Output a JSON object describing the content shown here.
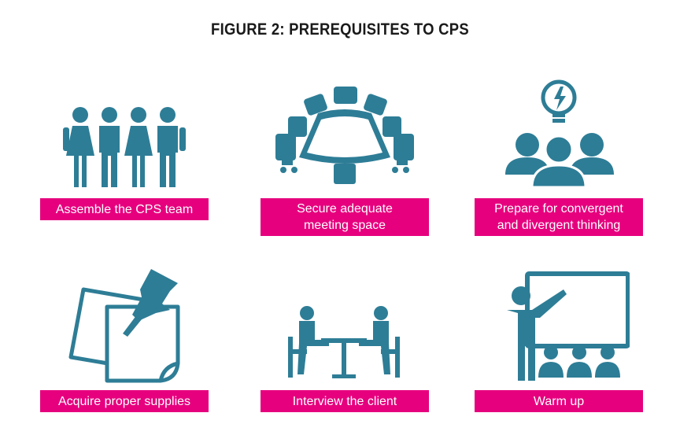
{
  "figure": {
    "title": "FIGURE 2: PREREQUISITES TO CPS",
    "accent_color": "#e6007e",
    "icon_color": "#2e7d96"
  },
  "steps": [
    {
      "icon": "team-icon",
      "lines": [
        "Assemble the CPS team"
      ]
    },
    {
      "icon": "meeting-table-icon",
      "lines": [
        "Secure adequate",
        "meeting space"
      ]
    },
    {
      "icon": "idea-group-icon",
      "lines": [
        "Prepare for convergent",
        "and divergent thinking"
      ]
    },
    {
      "icon": "pinned-notes-icon",
      "lines": [
        "Acquire proper supplies"
      ]
    },
    {
      "icon": "interview-icon",
      "lines": [
        "Interview the client"
      ]
    },
    {
      "icon": "presentation-icon",
      "lines": [
        "Warm up"
      ]
    }
  ]
}
